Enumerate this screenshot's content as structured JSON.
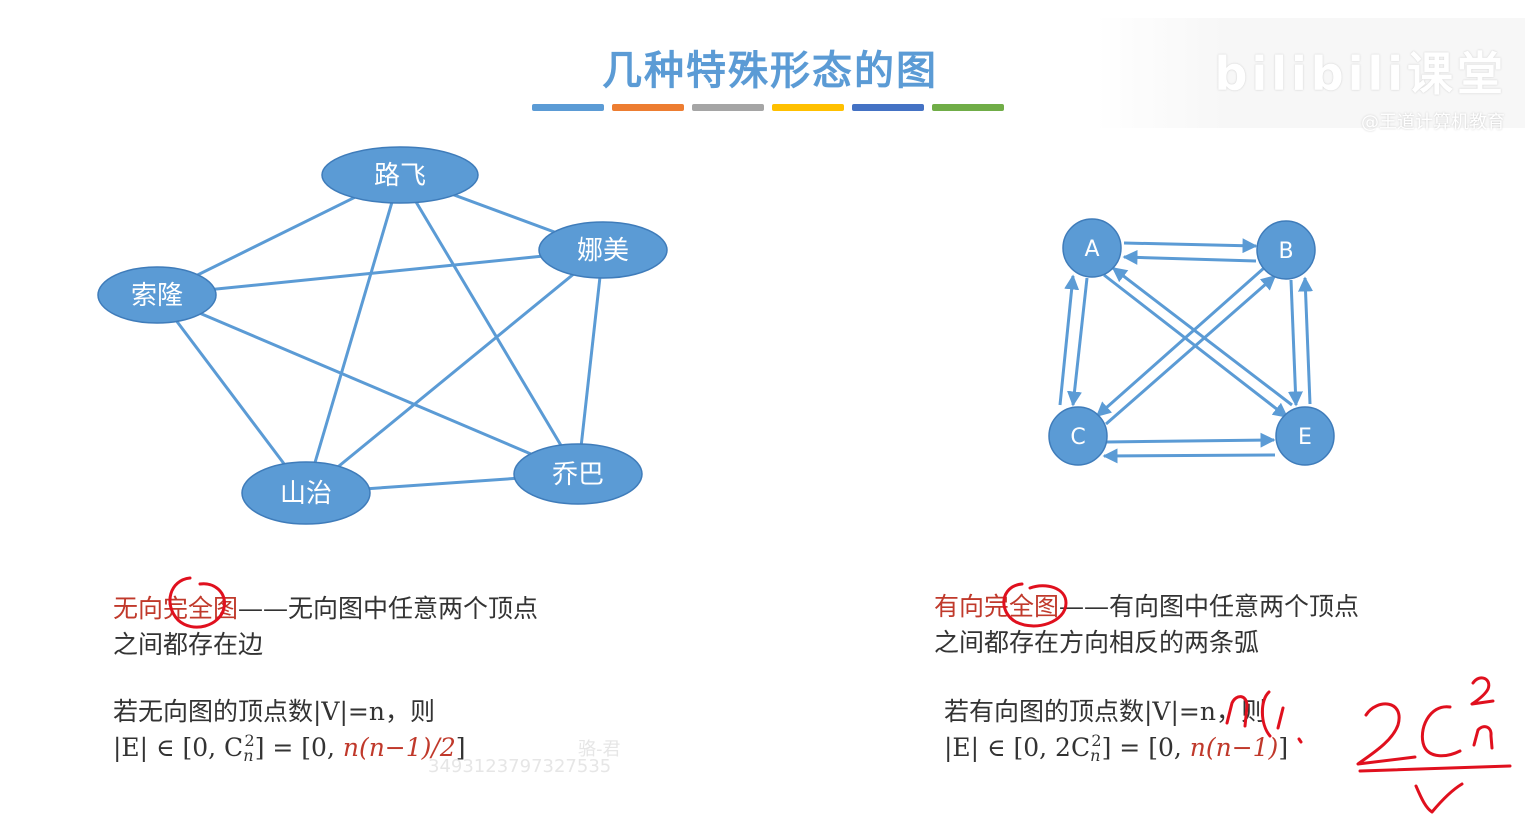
{
  "title": "几种特殊形态的图",
  "title_bar_colors": [
    "#5b9bd5",
    "#ed7d31",
    "#a5a5a5",
    "#ffc000",
    "#4472c4",
    "#70ad47"
  ],
  "watermark": {
    "logo": "bilibili课堂",
    "sub": "@王道计算机教育"
  },
  "undirected_graph": {
    "nodes": [
      "路飞",
      "娜美",
      "索隆",
      "山治",
      "乔巴"
    ],
    "edges": [
      [
        "路飞",
        "娜美"
      ],
      [
        "路飞",
        "索隆"
      ],
      [
        "路飞",
        "山治"
      ],
      [
        "路飞",
        "乔巴"
      ],
      [
        "娜美",
        "索隆"
      ],
      [
        "娜美",
        "山治"
      ],
      [
        "娜美",
        "乔巴"
      ],
      [
        "索隆",
        "山治"
      ],
      [
        "索隆",
        "乔巴"
      ],
      [
        "山治",
        "乔巴"
      ]
    ],
    "node_color": "#5b9bd5"
  },
  "directed_graph": {
    "nodes": [
      "A",
      "B",
      "C",
      "E"
    ],
    "arcs": [
      [
        "A",
        "B"
      ],
      [
        "B",
        "A"
      ],
      [
        "A",
        "C"
      ],
      [
        "C",
        "A"
      ],
      [
        "A",
        "E"
      ],
      [
        "E",
        "A"
      ],
      [
        "B",
        "C"
      ],
      [
        "C",
        "B"
      ],
      [
        "B",
        "E"
      ],
      [
        "E",
        "B"
      ],
      [
        "C",
        "E"
      ],
      [
        "E",
        "C"
      ]
    ],
    "node_color": "#5b9bd5"
  },
  "left_text": {
    "term": "无向完全图",
    "definition_line1": "——无向图中任意两个顶点",
    "definition_line2": "之间都存在边",
    "condition": "若无向图的顶点数|V|=n，则",
    "formula_prefix": "|E| ∈ [0, C",
    "formula_mid": "] = [0, ",
    "formula_red": "n(n−1)/2",
    "formula_end": "]",
    "sub": "n",
    "sup": "2"
  },
  "right_text": {
    "term": "有向完全图",
    "definition_line1": "——有向图中任意两个顶点",
    "definition_line2": "之间都存在方向相反的两条弧",
    "condition": "若有向图的顶点数|V|=n，则",
    "formula_prefix": "|E| ∈ [0, 2C",
    "formula_mid": "] = [0, ",
    "formula_red": "n(n−1)",
    "formula_end": "]",
    "sub": "n",
    "sup": "2"
  },
  "faint_overlay": {
    "name": "骆-君",
    "id": "3493123797327535"
  },
  "annotation_color": "#e0101e"
}
